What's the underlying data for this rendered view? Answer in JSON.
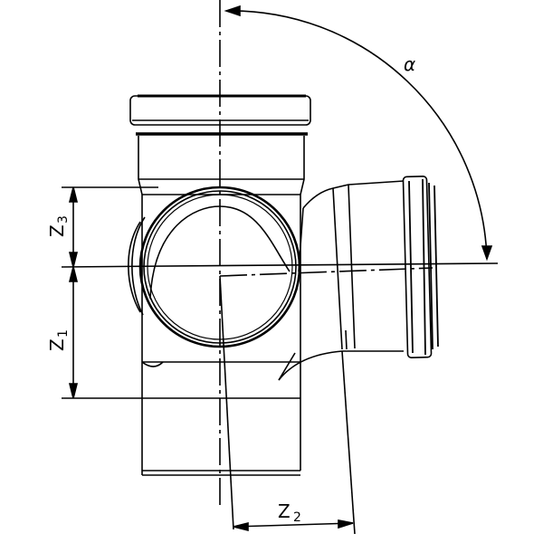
{
  "drawing": {
    "angle_label": "α",
    "dim_z3": {
      "main": "Z",
      "sub": "3"
    },
    "dim_z1": {
      "main": "Z",
      "sub": "1"
    },
    "dim_z2": {
      "main": "Z",
      "sub": "2"
    }
  },
  "colors": {
    "line": "#000000",
    "background": "#ffffff"
  }
}
